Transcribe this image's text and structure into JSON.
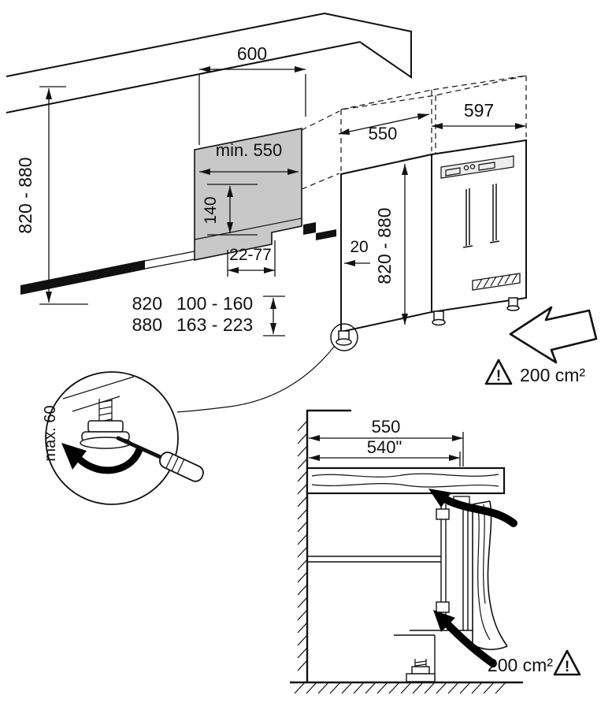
{
  "top_view": {
    "dims": {
      "niche_width": "600",
      "niche_depth_min": "min. 550",
      "plinth_height": "140",
      "plinth_recess": "22-77",
      "niche_height": "820 - 880",
      "appliance_depth": "550",
      "appliance_width": "597",
      "appliance_height": "820 - 880",
      "rear_clearance": "20"
    },
    "height_table": {
      "rows": [
        {
          "height": "820",
          "range": "100 - 160"
        },
        {
          "height": "880",
          "range": "163 - 223"
        }
      ]
    },
    "foot_detail": {
      "label": "max. 60"
    },
    "ventilation": {
      "label": "200 cm²",
      "warning": "!"
    }
  },
  "section_view": {
    "dims": {
      "niche_depth": "550",
      "panel_depth": "540\""
    },
    "ventilation": {
      "label": "200 cm²",
      "warning": "!"
    }
  },
  "icons": {
    "warning": "warning-triangle-icon",
    "push_arrow": "push-direction-arrow-icon",
    "airflow": "airflow-arrow-icon",
    "screwdriver": "screwdriver-icon",
    "foot": "adjustable-foot-icon"
  },
  "colors": {
    "line": "#111111",
    "panel_gray": "#c8c8c8",
    "background": "#ffffff"
  }
}
